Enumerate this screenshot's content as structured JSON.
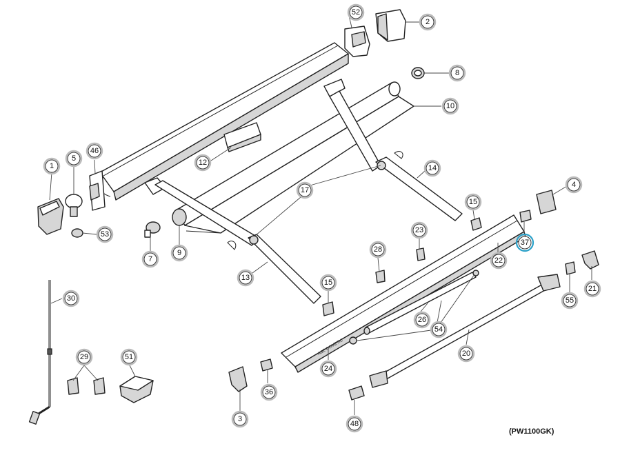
{
  "diagram": {
    "model_code": "(PW1100GK)",
    "brand_text": "A&E DOMETIC",
    "highlighted_callout": "37",
    "colors": {
      "highlight": "#2aa0c8",
      "line": "#222222"
    },
    "callouts": [
      "1",
      "2",
      "3",
      "4",
      "5",
      "7",
      "8",
      "9",
      "10",
      "12",
      "13",
      "14",
      "15",
      "15",
      "17",
      "20",
      "21",
      "22",
      "23",
      "24",
      "26",
      "28",
      "29",
      "30",
      "36",
      "37",
      "46",
      "48",
      "51",
      "52",
      "53",
      "54",
      "55"
    ]
  }
}
